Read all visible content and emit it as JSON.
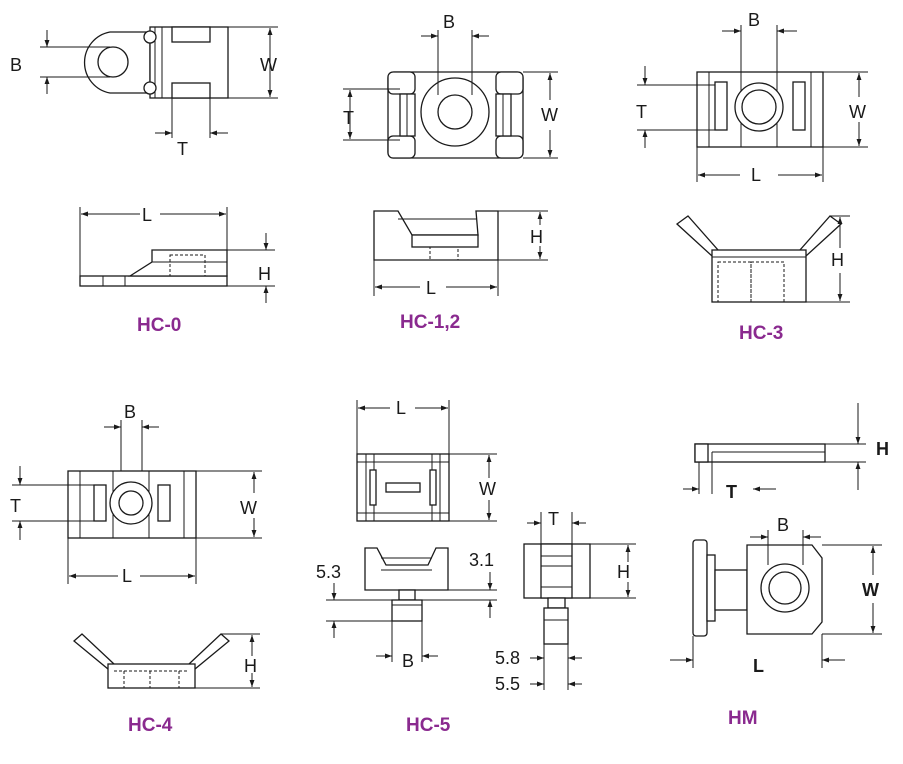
{
  "colors": {
    "title": "#8a2a8f",
    "line": "#1a1a1a",
    "background": "#ffffff"
  },
  "models": {
    "hc0": {
      "title": "HC-0",
      "dims": {
        "b": "B",
        "w": "W",
        "t": "T",
        "l": "L",
        "h": "H"
      }
    },
    "hc12": {
      "title": "HC-1,2",
      "dims": {
        "b": "B",
        "t": "T",
        "w": "W",
        "h": "H",
        "l": "L"
      }
    },
    "hc3": {
      "title": "HC-3",
      "dims": {
        "b": "B",
        "t": "T",
        "w": "W",
        "l": "L",
        "h": "H"
      }
    },
    "hc4": {
      "title": "HC-4",
      "dims": {
        "b": "B",
        "t": "T",
        "w": "W",
        "l": "L",
        "h": "H"
      }
    },
    "hc5": {
      "title": "HC-5",
      "dims": {
        "l": "L",
        "w": "W",
        "v53": "5.3",
        "v31": "3.1",
        "b": "B",
        "t": "T",
        "h": "H",
        "v58": "5.8",
        "v55": "5.5"
      }
    },
    "hm": {
      "title": "HM",
      "dims": {
        "h": "H",
        "t": "T",
        "b": "B",
        "w": "W",
        "l": "L"
      }
    }
  }
}
